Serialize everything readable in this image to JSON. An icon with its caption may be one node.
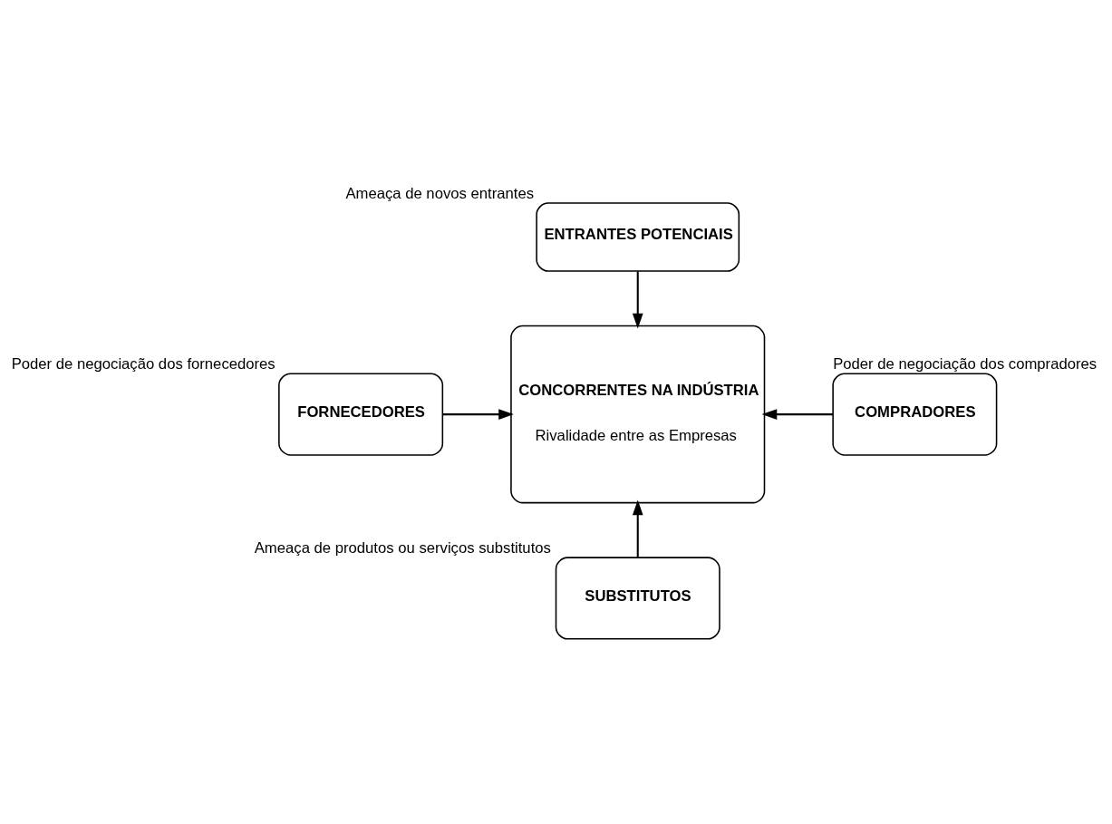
{
  "diagram": {
    "nodes": [
      {
        "text": [
          "ENTRANTES POTENCIAIS"
        ],
        "beside": [
          "Ameaça de novos entrantes"
        ]
      },
      {
        "text": [
          "CONCORRENTES NA INDÚSTRIA",
          "Rivalidade entre as Empresas"
        ]
      },
      {
        "text": [
          "FORNECEDORES"
        ],
        "beside": [
          "Poder de negociação dos fornecedores"
        ]
      },
      {
        "text": [
          "COMPRADORES"
        ],
        "beside": [
          "Poder de negociação dos compradores"
        ]
      },
      {
        "text": [
          "SUBSTITUTOS"
        ],
        "beside": [
          "Ameaça de produtos ou serviços substitutos"
        ]
      }
    ],
    "edges": [
      {
        "from": 0,
        "to": 1,
        "arrow": "to"
      },
      {
        "from": 2,
        "to": 1,
        "arrow": "to"
      },
      {
        "from": 3,
        "to": 1,
        "arrow": "to"
      },
      {
        "from": 4,
        "to": 1,
        "arrow": "to"
      }
    ]
  }
}
